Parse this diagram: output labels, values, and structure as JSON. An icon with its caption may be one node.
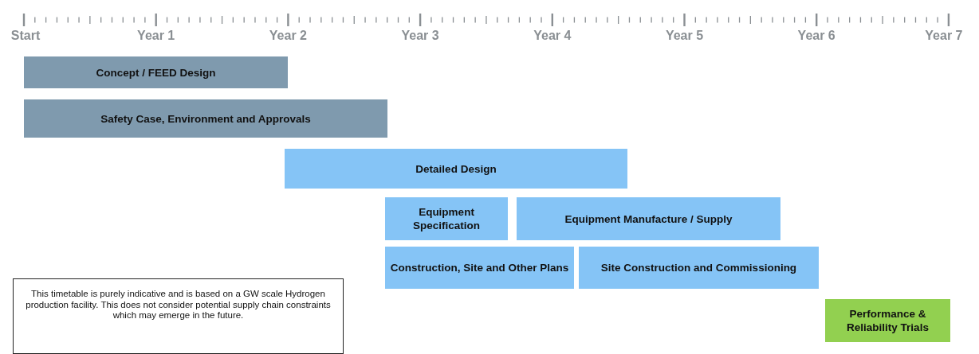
{
  "diagram": {
    "nodes": [
      {
        "text": [
          "Concept / FEED Design"
        ]
      },
      {
        "text": [
          "Safety Case, Environment and Approvals"
        ]
      },
      {
        "text": [
          "Detailed Design"
        ]
      },
      {
        "text": [
          "Equipment Specification"
        ]
      },
      {
        "text": [
          "Equipment Manufacture / Supply"
        ]
      },
      {
        "text": [
          "Construction, Site and Other Plans"
        ]
      },
      {
        "text": [
          "Site Construction and Commissioning"
        ]
      },
      {
        "text": [
          "Performance & Reliability Trials"
        ]
      },
      {
        "text": [
          "This timetable is purely indicative and is based on a GW scale Hydrogen production facility. This does not consider potential supply chain constraints which may emerge in the future."
        ]
      }
    ],
    "labels": [
      "Start",
      "Year 1",
      "Year 2",
      "Year 3",
      "Year 4",
      "Year 5",
      "Year 6",
      "Year 7"
    ]
  }
}
